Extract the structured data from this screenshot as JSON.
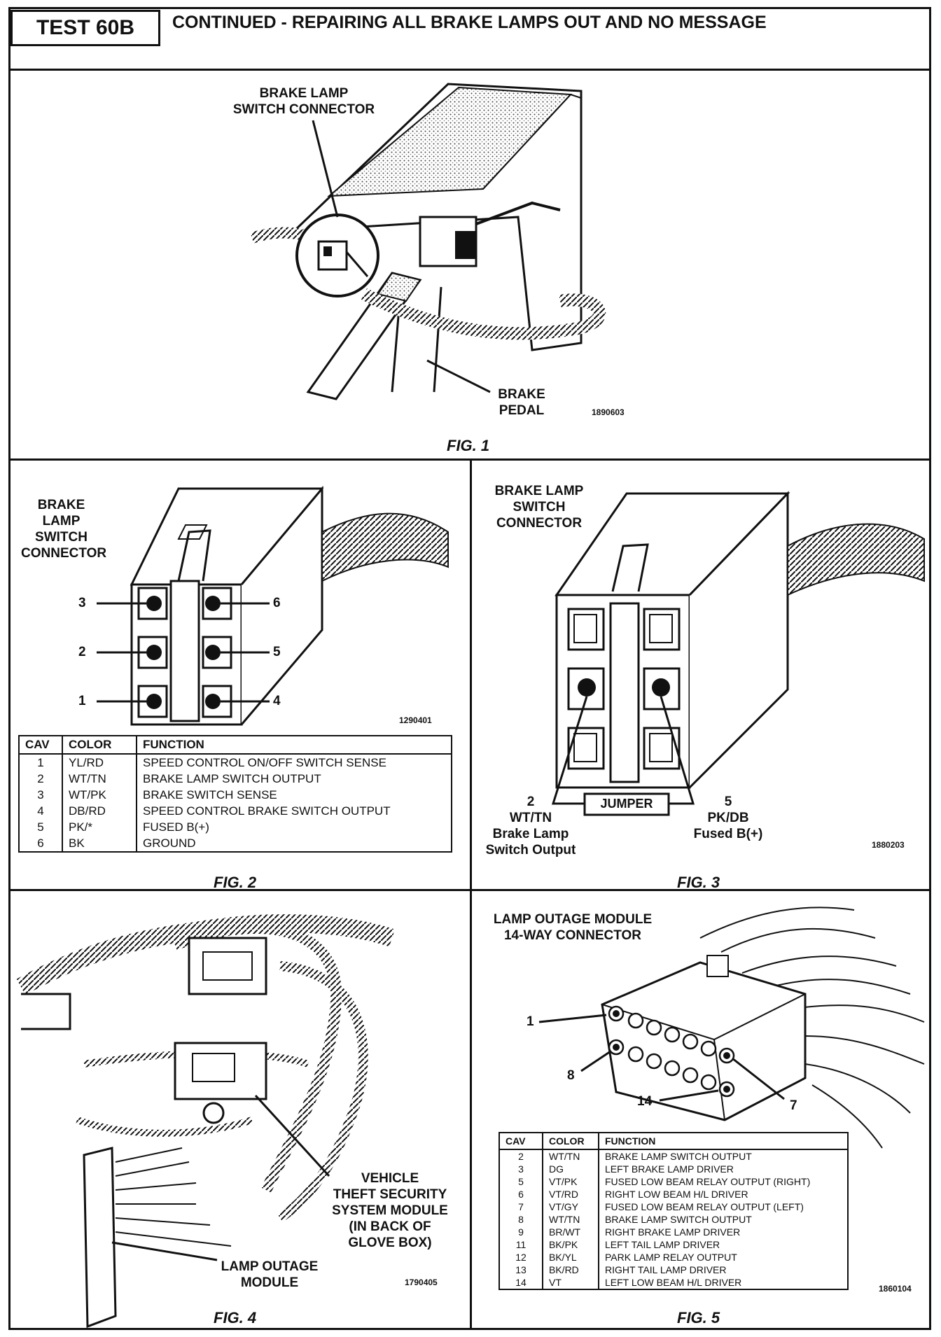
{
  "header": {
    "test_id": "TEST 60B",
    "title": "CONTINUED - REPAIRING ALL BRAKE LAMPS OUT AND NO MESSAGE"
  },
  "fig1": {
    "label_connector": "BRAKE LAMP\nSWITCH CONNECTOR",
    "label_pedal": "BRAKE\nPEDAL",
    "ref": "1890603",
    "caption": "FIG. 1"
  },
  "fig2": {
    "label": "BRAKE\nLAMP\nSWITCH\nCONNECTOR",
    "pins": [
      "3",
      "6",
      "2",
      "5",
      "1",
      "4"
    ],
    "ref": "1290401",
    "caption": "FIG. 2",
    "table": {
      "headers": [
        "CAV",
        "COLOR",
        "FUNCTION"
      ],
      "rows": [
        [
          "1",
          "YL/RD",
          "SPEED CONTROL ON/OFF SWITCH SENSE"
        ],
        [
          "2",
          "WT/TN",
          "BRAKE LAMP SWITCH OUTPUT"
        ],
        [
          "3",
          "WT/PK",
          "BRAKE SWITCH SENSE"
        ],
        [
          "4",
          "DB/RD",
          "SPEED CONTROL BRAKE SWITCH OUTPUT"
        ],
        [
          "5",
          "PK/*",
          "FUSED B(+)"
        ],
        [
          "6",
          "BK",
          "GROUND"
        ]
      ]
    }
  },
  "fig3": {
    "label": "BRAKE LAMP\nSWITCH\nCONNECTOR",
    "jumper": "JUMPER",
    "left_label": "2\nWT/TN\nBrake Lamp\nSwitch Output",
    "right_label": "5\nPK/DB\nFused B(+)",
    "ref": "1880203",
    "caption": "FIG. 3"
  },
  "fig4": {
    "label_vtss": "VEHICLE\nTHEFT SECURITY\nSYSTEM MODULE\n(IN BACK OF\nGLOVE BOX)",
    "label_lom": "LAMP OUTAGE\nMODULE",
    "ref": "1790405",
    "caption": "FIG. 4"
  },
  "fig5": {
    "label": "LAMP OUTAGE MODULE\n14-WAY CONNECTOR",
    "pins": [
      "1",
      "8",
      "14",
      "7"
    ],
    "ref": "1860104",
    "caption": "FIG. 5",
    "table": {
      "headers": [
        "CAV",
        "COLOR",
        "FUNCTION"
      ],
      "rows": [
        [
          "2",
          "WT/TN",
          "BRAKE LAMP SWITCH OUTPUT"
        ],
        [
          "3",
          "DG",
          "LEFT BRAKE LAMP DRIVER"
        ],
        [
          "5",
          "VT/PK",
          "FUSED LOW BEAM RELAY OUTPUT (RIGHT)"
        ],
        [
          "6",
          "VT/RD",
          "RIGHT LOW BEAM H/L DRIVER"
        ],
        [
          "7",
          "VT/GY",
          "FUSED LOW BEAM RELAY OUTPUT (LEFT)"
        ],
        [
          "8",
          "WT/TN",
          "BRAKE LAMP SWITCH OUTPUT"
        ],
        [
          "9",
          "BR/WT",
          "RIGHT BRAKE LAMP DRIVER"
        ],
        [
          "11",
          "BK/PK",
          "LEFT TAIL LAMP DRIVER"
        ],
        [
          "12",
          "BK/YL",
          "PARK LAMP RELAY OUTPUT"
        ],
        [
          "13",
          "BK/RD",
          "RIGHT TAIL LAMP DRIVER"
        ],
        [
          "14",
          "VT",
          "LEFT LOW BEAM H/L DRIVER"
        ]
      ]
    }
  }
}
